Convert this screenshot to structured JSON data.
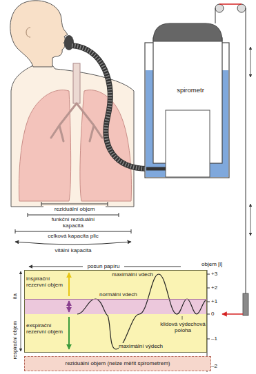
{
  "diagram": {
    "nodes": [
      {
        "text": [
          "spirometr"
        ]
      },
      {
        "text": [
          "vitální kapacita"
        ]
      },
      {
        "text": [
          "respirační objem"
        ],
        "in": 1
      },
      {
        "text": [
          "reziduální objem (nelze měřit spirometrem)"
        ]
      }
    ],
    "labels": [
      "reziduální objem",
      "funkční reziduální kapacita",
      "celková kapacita plic",
      "vitální kapacita",
      "posun papíru",
      "objem [l]",
      "maximální vdech",
      "inspirační rezervní objem",
      "normální vdech",
      "klidová výdechová poloha",
      "exspirační rezervní objem",
      "maximální výdech",
      "+3",
      "+2",
      "+1",
      "0",
      "–1",
      "–2"
    ]
  }
}
